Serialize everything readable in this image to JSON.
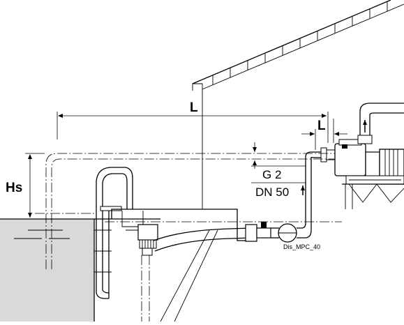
{
  "diagram": {
    "labels": {
      "length_main": "L",
      "length_short": "L",
      "suction_height": "Hs",
      "thread": "G 2",
      "nominal_diameter": "DN 50",
      "drawing_id": "Dis_MPC_40"
    }
  }
}
